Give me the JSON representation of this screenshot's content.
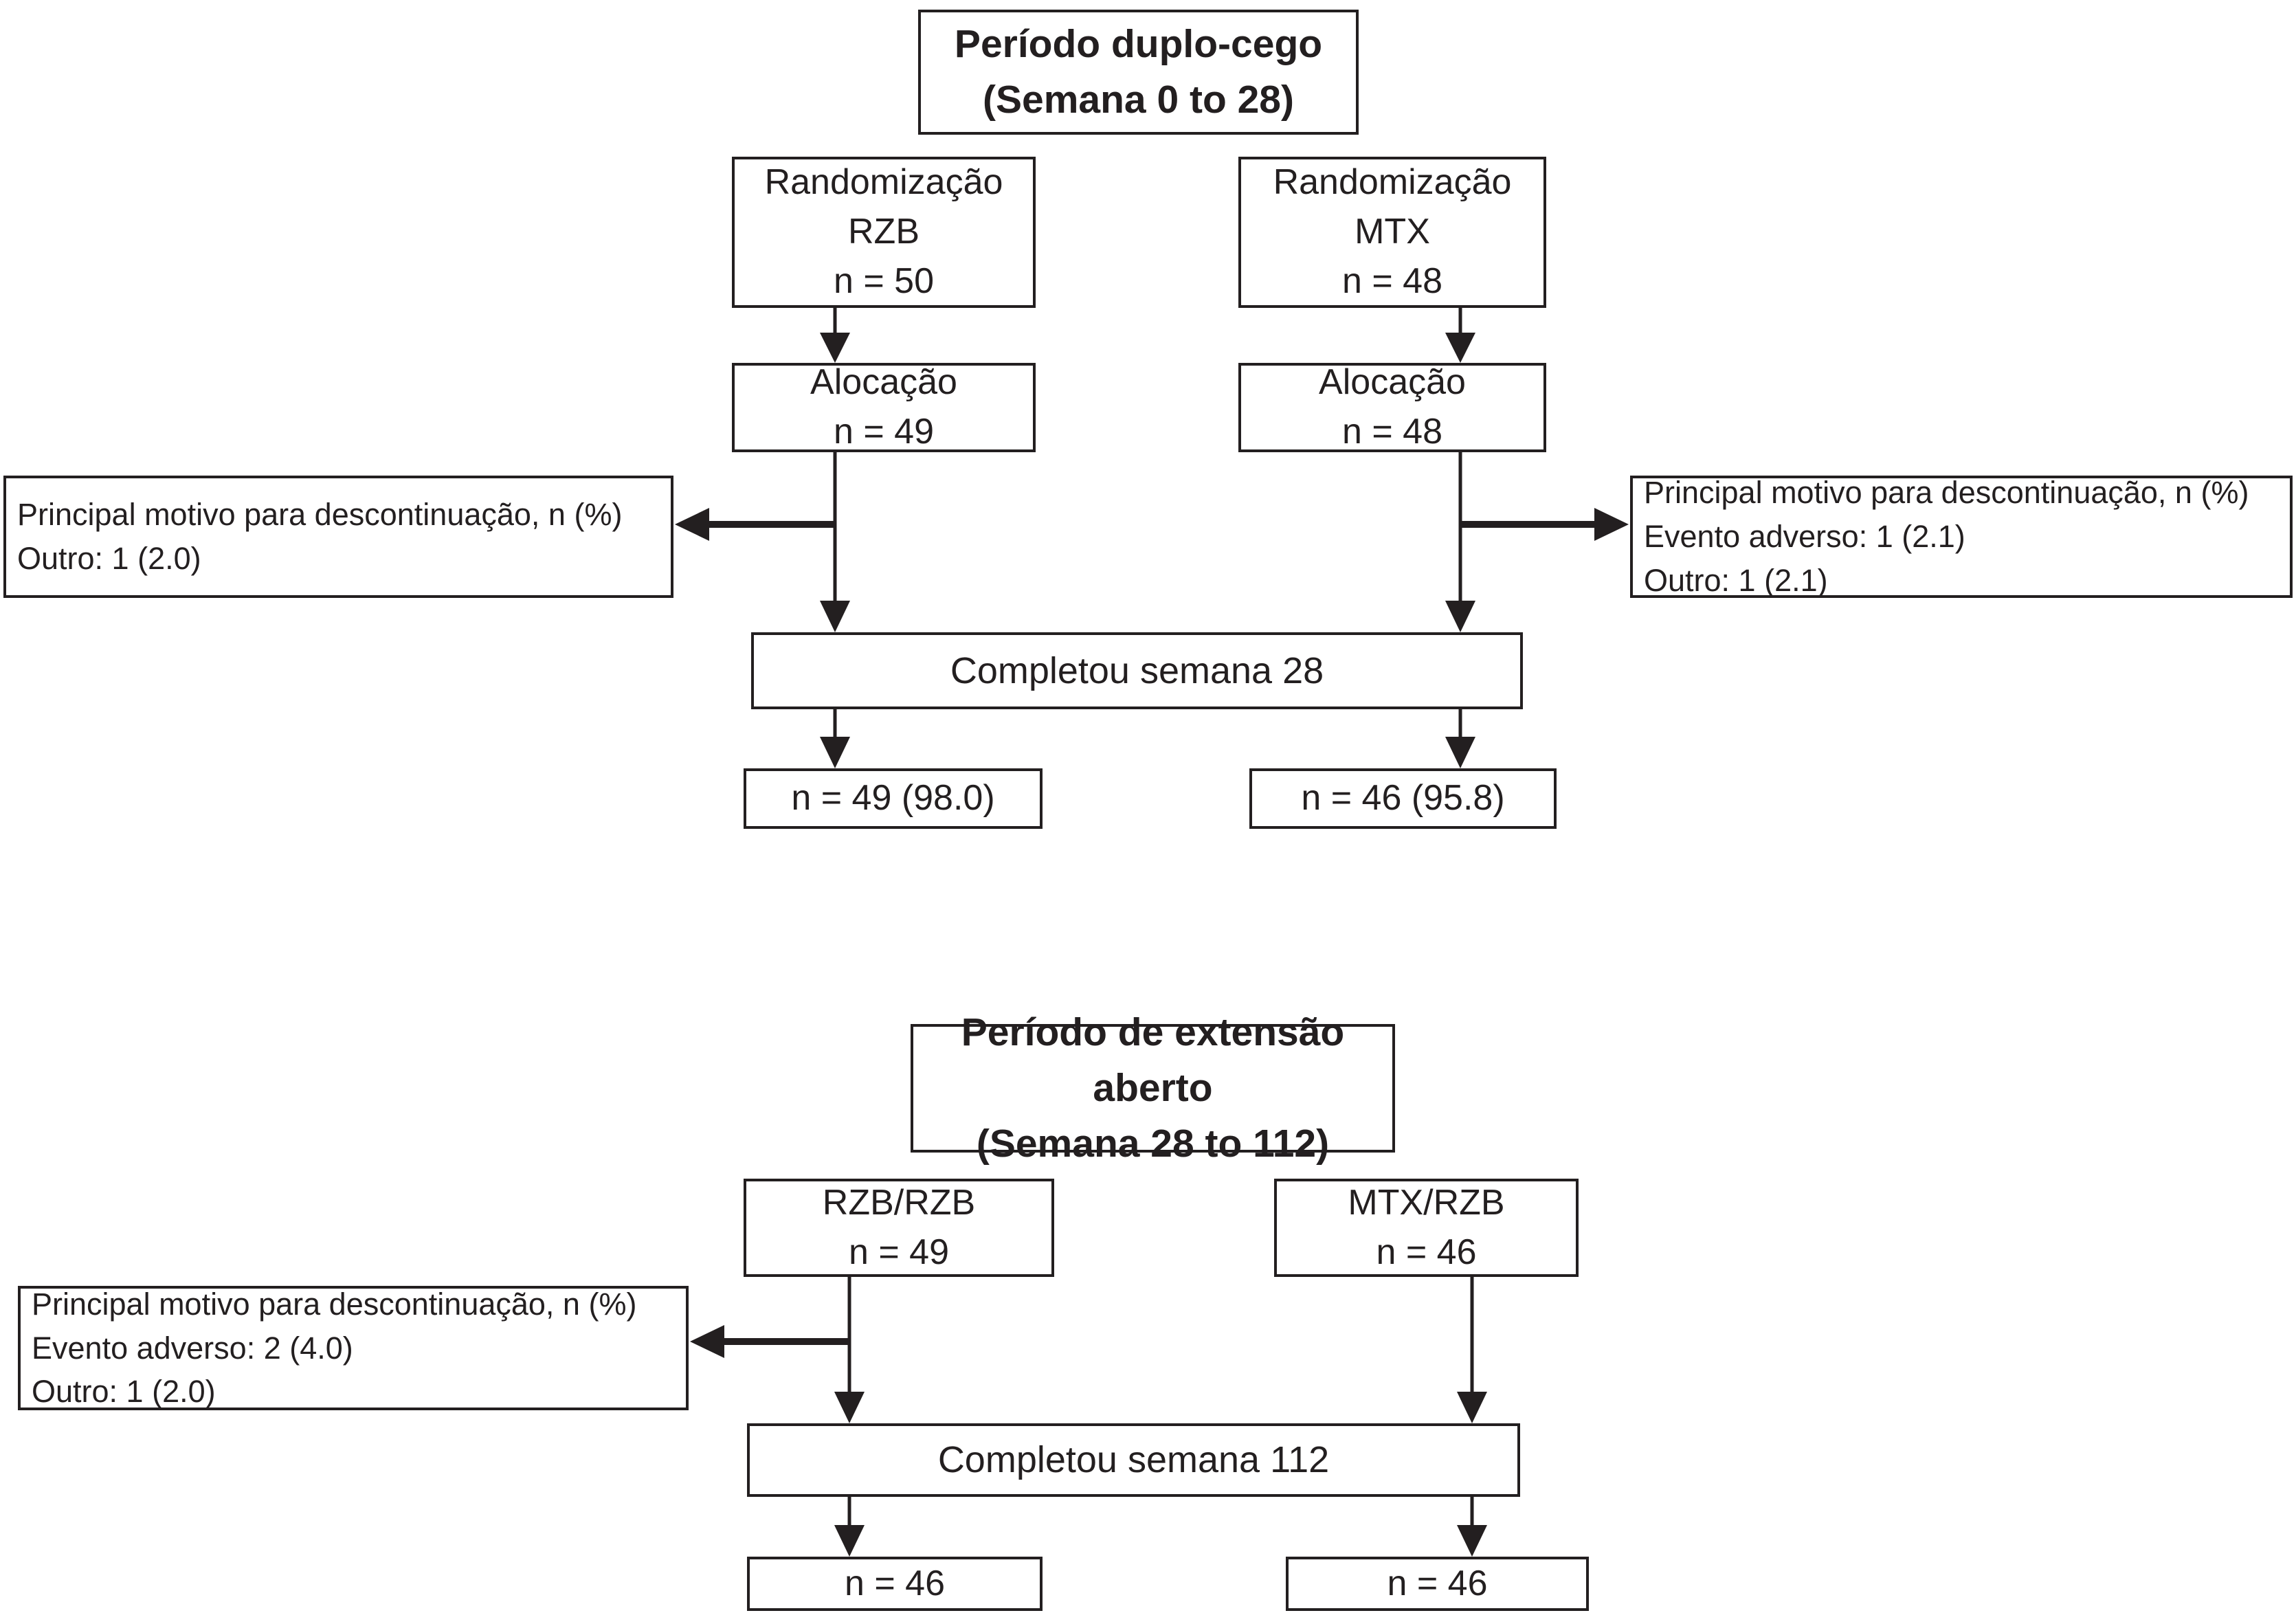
{
  "diagram": {
    "language": "pt",
    "type": "consort-flow",
    "colors": {
      "line": "#231f20",
      "box_background": "#ffffff",
      "page_background": "#ffffff"
    },
    "section1": {
      "title": [
        "Período duplo-cego",
        "(Semana 0 to 28)"
      ],
      "rand_left": [
        "Randomização",
        "RZB",
        "n = 50"
      ],
      "rand_right": [
        "Randomização",
        "MTX",
        "n = 48"
      ],
      "aloc_left": [
        "Alocação",
        "n = 49"
      ],
      "aloc_right": [
        "Alocação",
        "n = 48"
      ],
      "disc_left": [
        "Principal motivo para descontinuação, n (%)",
        "Outro: 1 (2.0)"
      ],
      "disc_right": [
        "Principal motivo para descontinuação, n (%)",
        "Evento adverso: 1 (2.1)",
        "Outro: 1 (2.1)"
      ],
      "completed": "Completou semana 28",
      "result_left": "n = 49 (98.0)",
      "result_right": "n = 46 (95.8)"
    },
    "section2": {
      "title": [
        "Período de extensão aberto",
        "(Semana 28 to 112)"
      ],
      "arm_left": [
        "RZB/RZB",
        "n = 49"
      ],
      "arm_right": [
        "MTX/RZB",
        "n = 46"
      ],
      "disc_left": [
        "Principal motivo para descontinuação, n (%)",
        "Evento adverso: 2 (4.0)",
        "Outro: 1 (2.0)"
      ],
      "completed": "Completou semana 112",
      "result_left": "n = 46",
      "result_right": "n = 46"
    }
  }
}
